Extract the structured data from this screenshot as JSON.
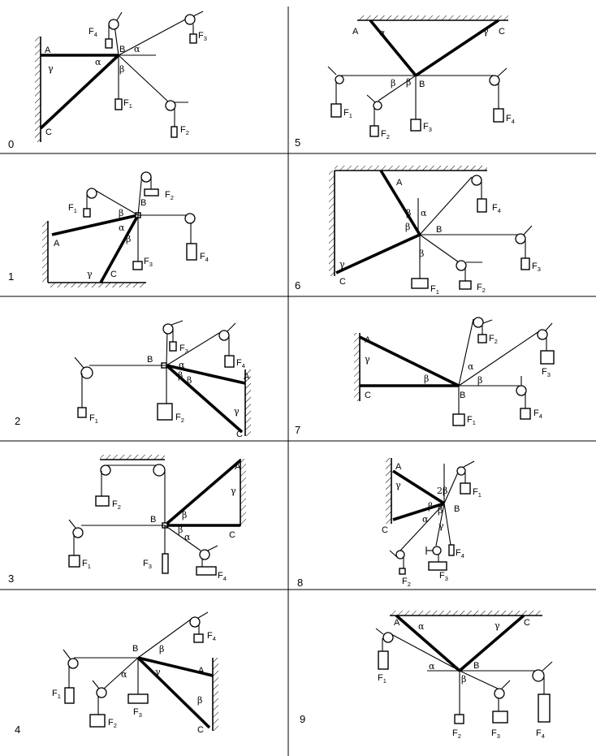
{
  "panels": [
    {
      "id": "0",
      "number": "0"
    },
    {
      "id": "1",
      "number": "1"
    },
    {
      "id": "2",
      "number": "2"
    },
    {
      "id": "3",
      "number": "3"
    },
    {
      "id": "4",
      "number": "4"
    },
    {
      "id": "5",
      "number": "5"
    },
    {
      "id": "6",
      "number": "6"
    },
    {
      "id": "7",
      "number": "7"
    },
    {
      "id": "8",
      "number": "8"
    },
    {
      "id": "9",
      "number": "9"
    }
  ],
  "labels": {
    "A": "A",
    "B": "B",
    "C": "C",
    "F": "F",
    "sub1": "1",
    "sub2": "2",
    "sub3": "3",
    "sub4": "4",
    "alpha": "α",
    "beta": "β",
    "gamma": "γ",
    "twobeta": "2β"
  }
}
